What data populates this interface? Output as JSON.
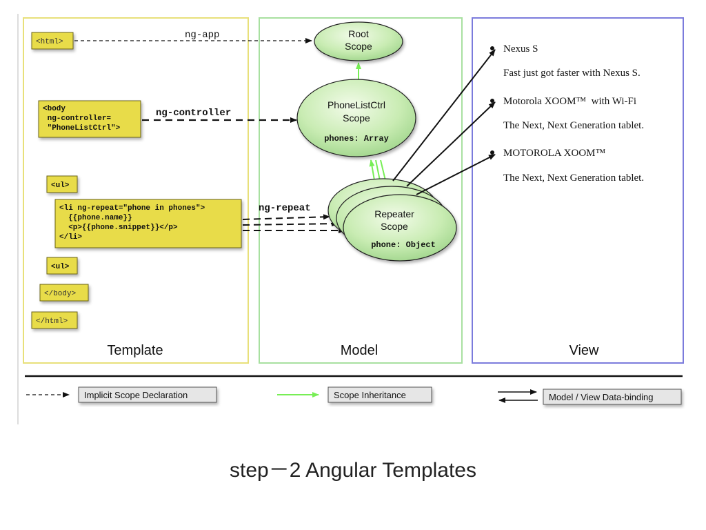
{
  "template": {
    "label": "Template",
    "html_open": "<html>",
    "body_lines": [
      "<body",
      " ng-controller=",
      " \"PhoneListCtrl\">"
    ],
    "ul_open": "<ul>",
    "li_lines": [
      "<li ng-repeat=\"phone in phones\">",
      "  {{phone.name}}",
      "  <p>{{phone.snippet}}</p>",
      "</li>"
    ],
    "ul_close": "<ul>",
    "body_close": "</body>",
    "html_close": "</html>"
  },
  "model": {
    "label": "Model",
    "root_scope": [
      "Root",
      "Scope"
    ],
    "ctrl_scope": [
      "PhoneListCtrl",
      "Scope"
    ],
    "ctrl_prop": "phones: Array",
    "repeater_scope": [
      "Repeater",
      "Scope"
    ],
    "repeater_prop": "phone: Object"
  },
  "view": {
    "label": "View",
    "items": [
      {
        "name": "Nexus S",
        "snippet": "Fast just got faster with Nexus S."
      },
      {
        "name": "Motorola XOOM™  with Wi-Fi",
        "snippet": "The Next, Next Generation tablet."
      },
      {
        "name": "MOTOROLA XOOM™",
        "snippet": "The Next, Next Generation tablet."
      }
    ]
  },
  "edges": {
    "ng_app": "ng-app",
    "ng_controller": "ng-controller",
    "ng_repeat": "ng-repeat"
  },
  "legend": {
    "implicit": "Implicit Scope Declaration",
    "inheritance": "Scope Inheritance",
    "binding": "Model / View Data-binding"
  },
  "caption": "step－2 Angular Templates",
  "colors": {
    "template_border": "#e8e07a",
    "model_border": "#a8e0a0",
    "view_border": "#7b7bdc",
    "code_fill": "#e8dc4a",
    "scope_fill": "#c9ecb3",
    "inherit_arrow": "#77ee55"
  }
}
